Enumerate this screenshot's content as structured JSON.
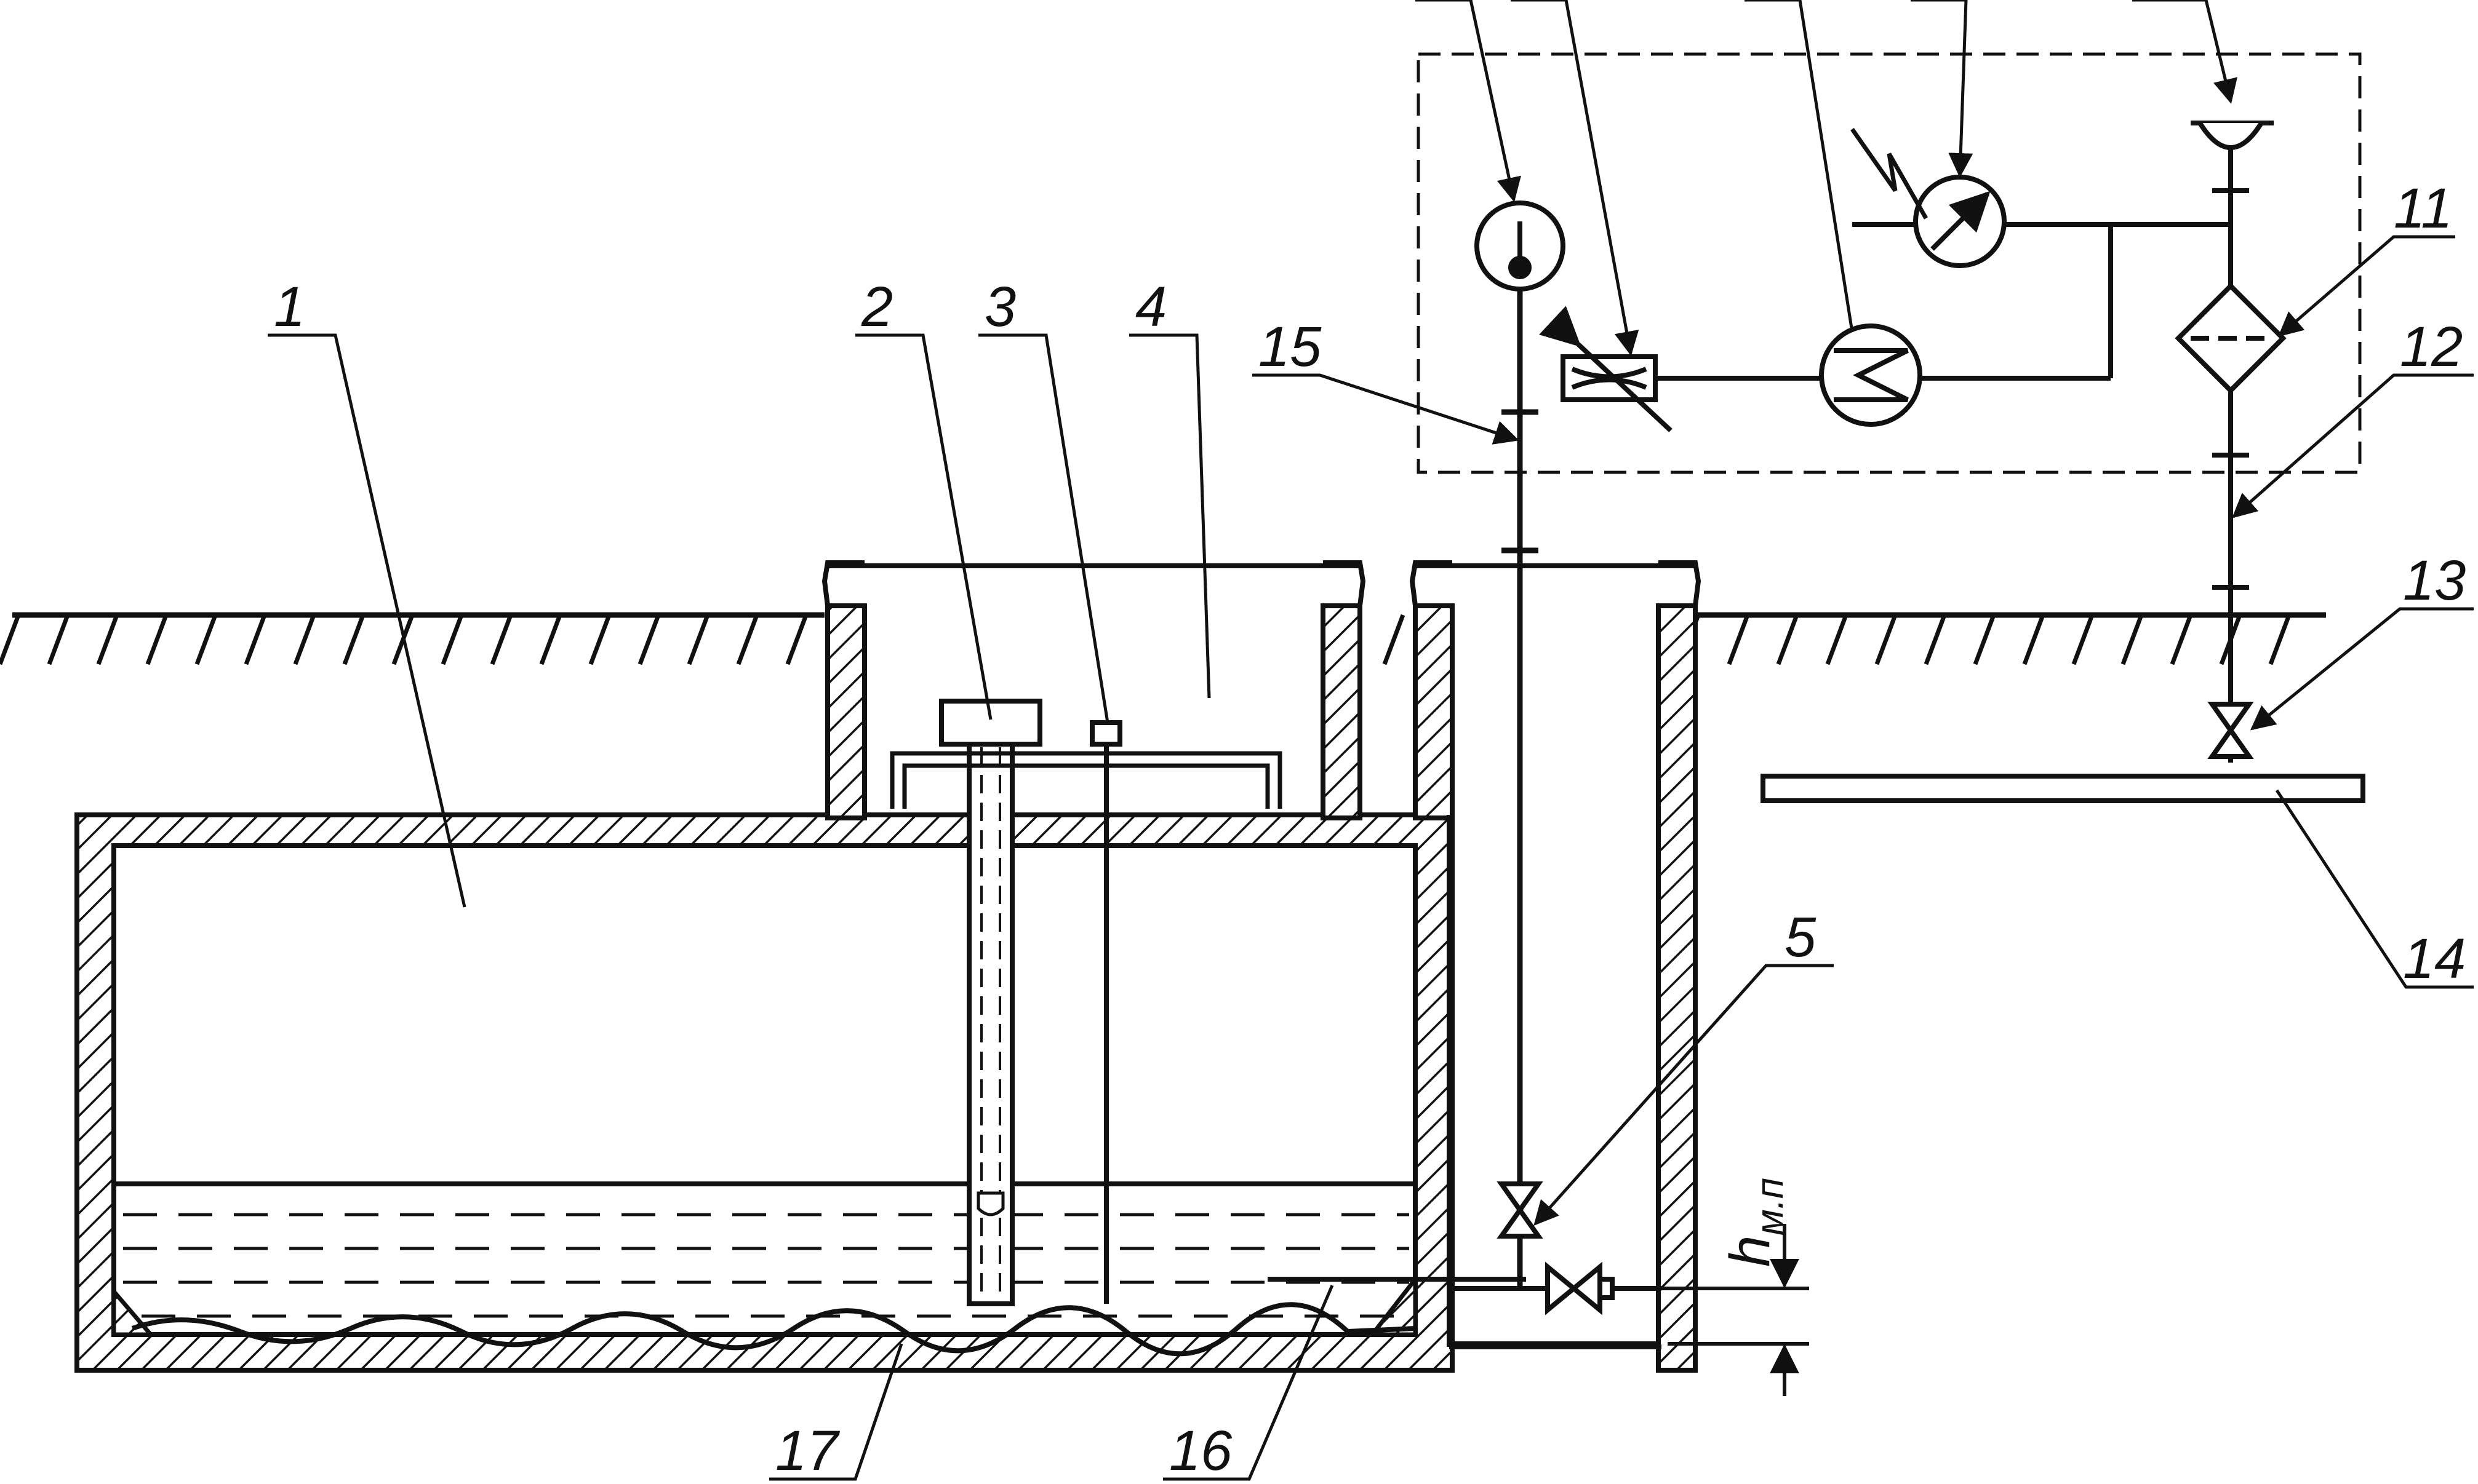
{
  "callouts": [
    {
      "id": "1",
      "text": "1"
    },
    {
      "id": "2",
      "text": "2"
    },
    {
      "id": "3",
      "text": "3"
    },
    {
      "id": "4",
      "text": "4"
    },
    {
      "id": "5",
      "text": "5"
    },
    {
      "id": "11",
      "text": "11"
    },
    {
      "id": "12",
      "text": "12"
    },
    {
      "id": "13",
      "text": "13"
    },
    {
      "id": "14",
      "text": "14"
    },
    {
      "id": "15",
      "text": "15"
    },
    {
      "id": "16",
      "text": "16"
    },
    {
      "id": "17",
      "text": "17"
    }
  ],
  "dimension": {
    "symbol": "h",
    "subscript": "м.п"
  },
  "colors": {
    "line": "#111111",
    "background": "#ffffff"
  },
  "icons": [
    "thermometer-icon",
    "flow-meter-icon",
    "pressure-gauge-icon",
    "filter-icon",
    "valve-icon",
    "funnel-icon",
    "flow-regulator-icon"
  ]
}
